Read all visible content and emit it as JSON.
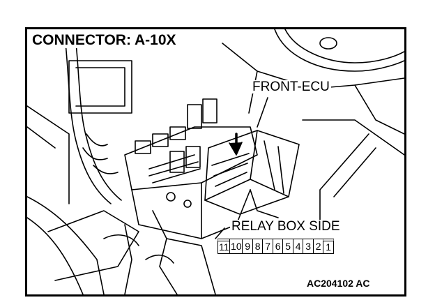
{
  "title": "CONNECTOR: A-10X",
  "callout_label": "FRONT-ECU",
  "relay_label": "RELAY BOX SIDE",
  "connector_pins": [
    "11",
    "10",
    "9",
    "8",
    "7",
    "6",
    "5",
    "4",
    "3",
    "2",
    "1"
  ],
  "figure_code": "AC204102 AC"
}
